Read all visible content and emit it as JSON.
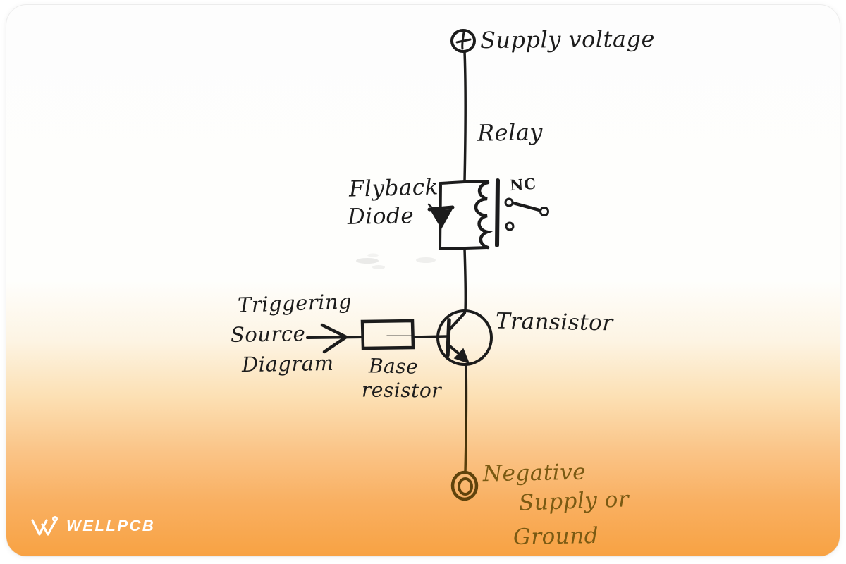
{
  "colors": {
    "ink": "#1c1c1c",
    "ground_ink": "#5f430c",
    "ground_text": "#7a5a13",
    "card_orange": "#f8a243",
    "logo_white": "#ffffff"
  },
  "diagram": {
    "supply_voltage_label": "Supply voltage",
    "relay_label": "Relay",
    "flyback_diode_label": {
      "line1": "Flyback",
      "line2": "Diode"
    },
    "nc_label": "NC",
    "transistor_label": "Transistor",
    "triggering_source": {
      "line1": "Triggering",
      "line2": "Source",
      "line3": "Diagram"
    },
    "base_resistor": {
      "line1": "Base",
      "line2": "resistor"
    },
    "negative_supply": {
      "line1": "Negative",
      "line2": "Supply or",
      "line3": "Ground"
    }
  },
  "footer": {
    "brand_name": "WELLPCB"
  }
}
